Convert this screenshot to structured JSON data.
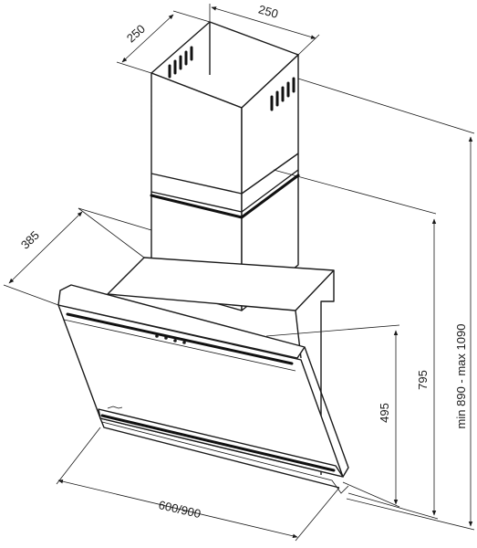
{
  "dimensions": {
    "chimney_depth": "250",
    "chimney_width": "250",
    "hood_depth": "385",
    "hood_width": "600/900",
    "glass_height": "495",
    "hood_height": "795",
    "total_height": "min 890 - max 1090"
  },
  "colors": {
    "line": "#1a1a1a",
    "background": "#ffffff"
  }
}
